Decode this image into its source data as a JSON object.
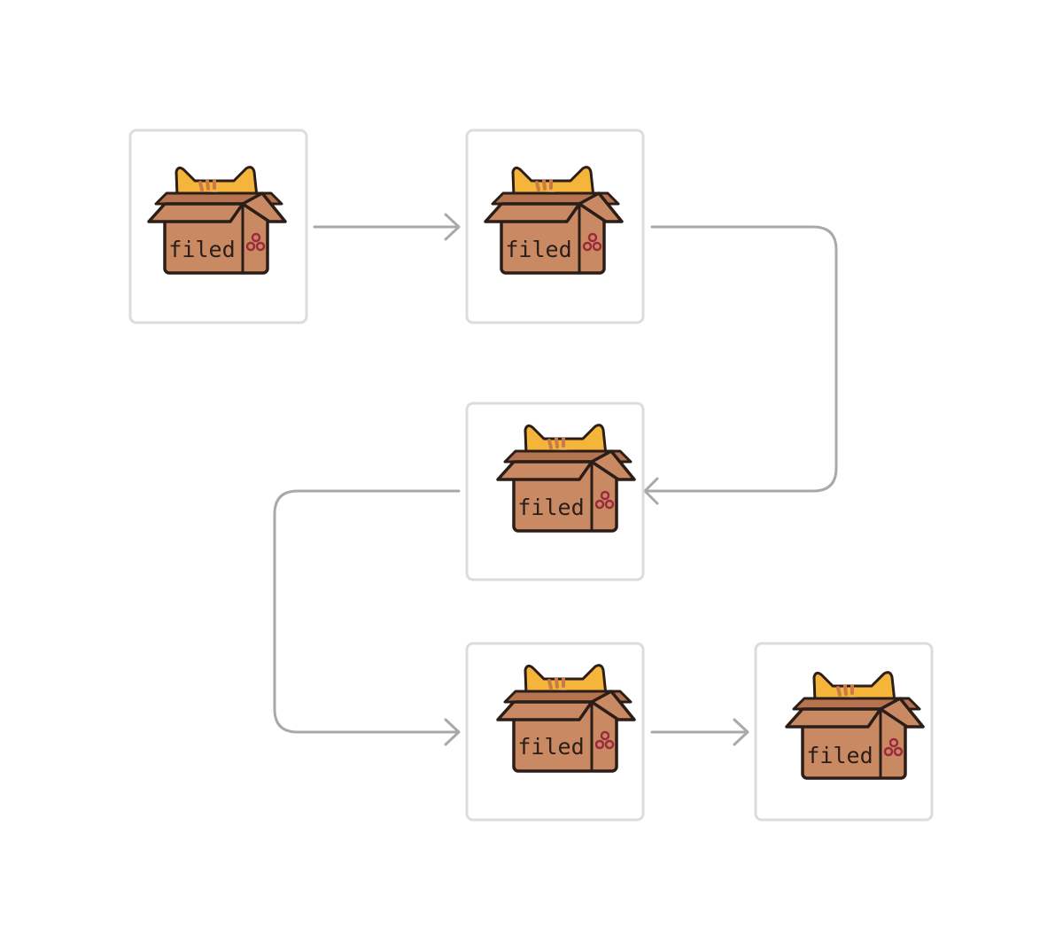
{
  "diagram": {
    "cards": [
      {
        "id": "card-1",
        "label": "filed"
      },
      {
        "id": "card-2",
        "label": "filed"
      },
      {
        "id": "card-3",
        "label": "filed"
      },
      {
        "id": "card-4",
        "label": "filed"
      },
      {
        "id": "card-5",
        "label": "filed"
      }
    ],
    "connections": [
      {
        "from": "card-1",
        "to": "card-2"
      },
      {
        "from": "card-2",
        "to": "card-3"
      },
      {
        "from": "card-3",
        "to": "card-4"
      },
      {
        "from": "card-4",
        "to": "card-5"
      }
    ],
    "icon": "cat-in-box-icon",
    "colors": {
      "box": "#c98a63",
      "cat": "#f5b53a",
      "outline": "#2b1d17",
      "frame": "#dcdcdc",
      "connector": "#a9a9a9"
    }
  }
}
